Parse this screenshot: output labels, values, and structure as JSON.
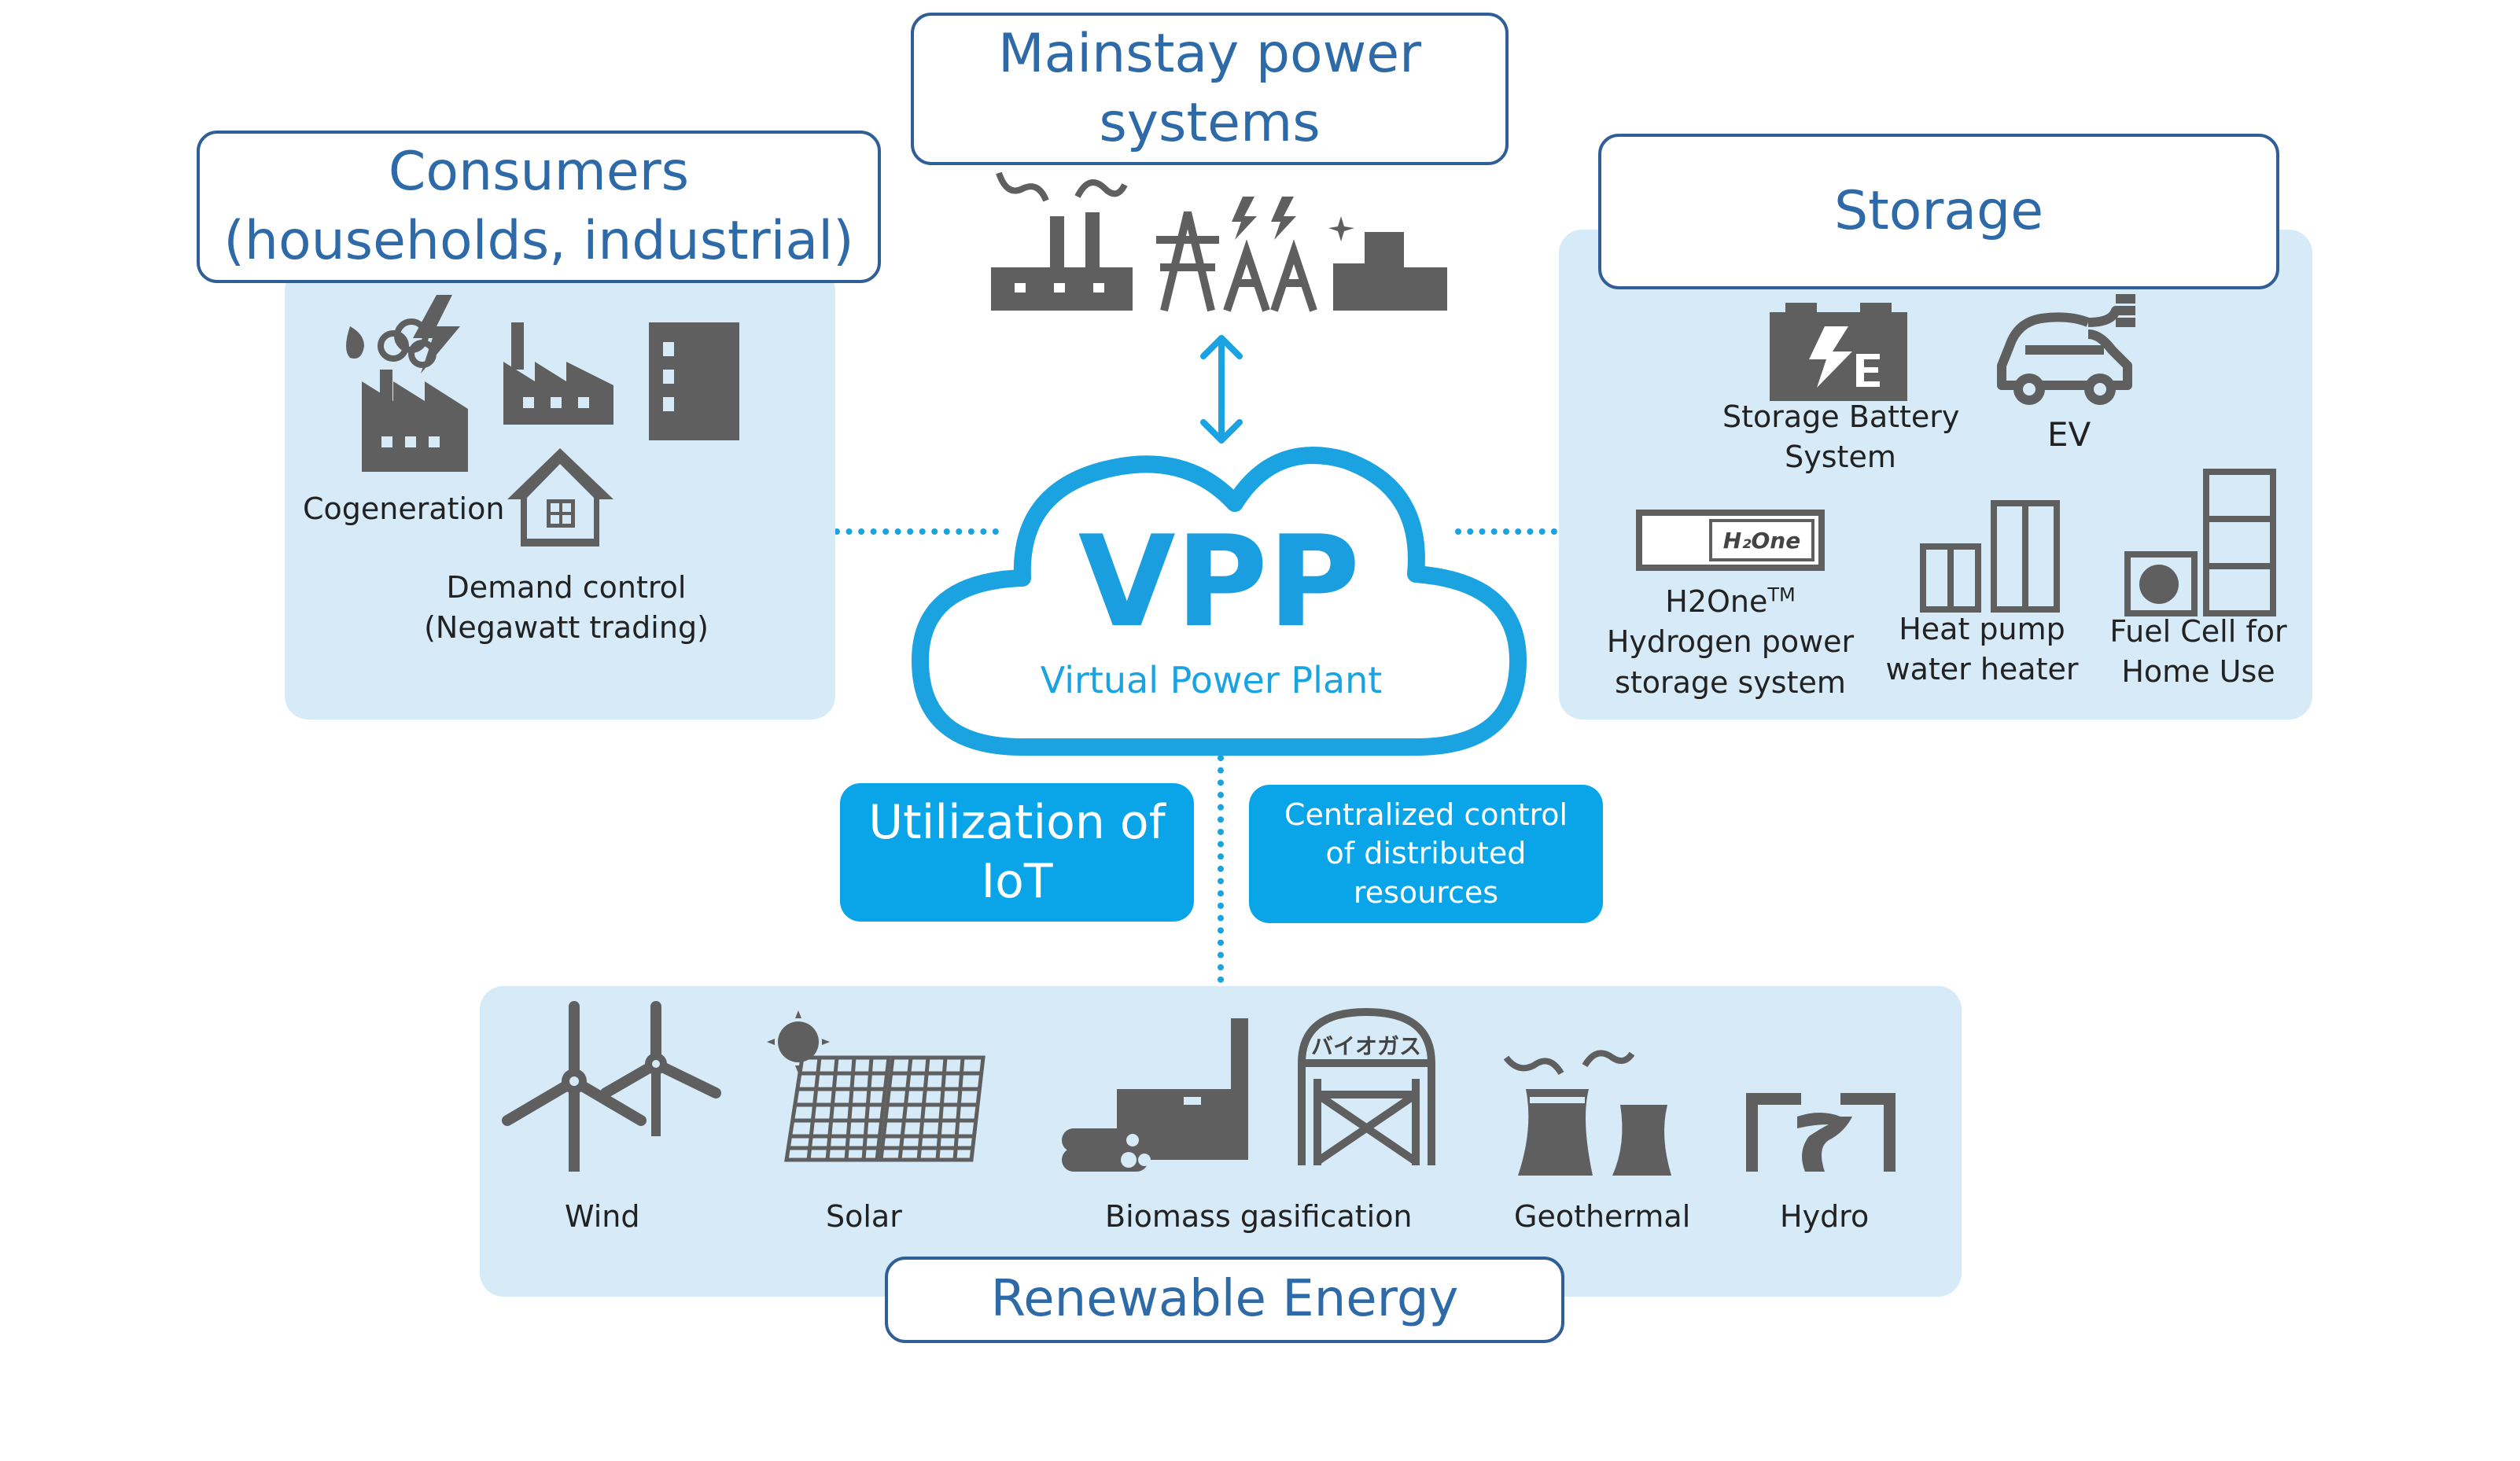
{
  "consumers": {
    "title": "Consumers\n(households, industrial)",
    "cogeneration": "Cogeneration",
    "demand_control": "Demand control\n(Negawatt trading)"
  },
  "mainstay": {
    "title": "Mainstay power\nsystems"
  },
  "storage": {
    "title": "Storage",
    "battery": "Storage Battery\nSystem",
    "ev": "EV",
    "h2one_name": "H2One",
    "h2one_tm": "TM",
    "h2one_desc": "Hydrogen power\nstorage system",
    "heatpump": "Heat pump\nwater heater",
    "fuelcell": "Fuel Cell for\nHome Use",
    "h2one_logo": "H₂One"
  },
  "vpp": {
    "title": "VPP",
    "subtitle": "Virtual Power Plant"
  },
  "iot": {
    "label": "Utilization of\nIoT"
  },
  "central": {
    "label": "Centralized control\nof distributed\nresources"
  },
  "renewable": {
    "title": "Renewable Energy",
    "wind": "Wind",
    "solar": "Solar",
    "biomass": "Biomass gasification",
    "geothermal": "Geothermal",
    "hydro": "Hydro",
    "biogas_sign": "バイオガス"
  },
  "colors": {
    "panel": "#d6eaf8",
    "accent": "#0aa5e8",
    "title_text": "#2e6aa8",
    "border": "#2f5f96",
    "icon": "#5f5f5f"
  }
}
